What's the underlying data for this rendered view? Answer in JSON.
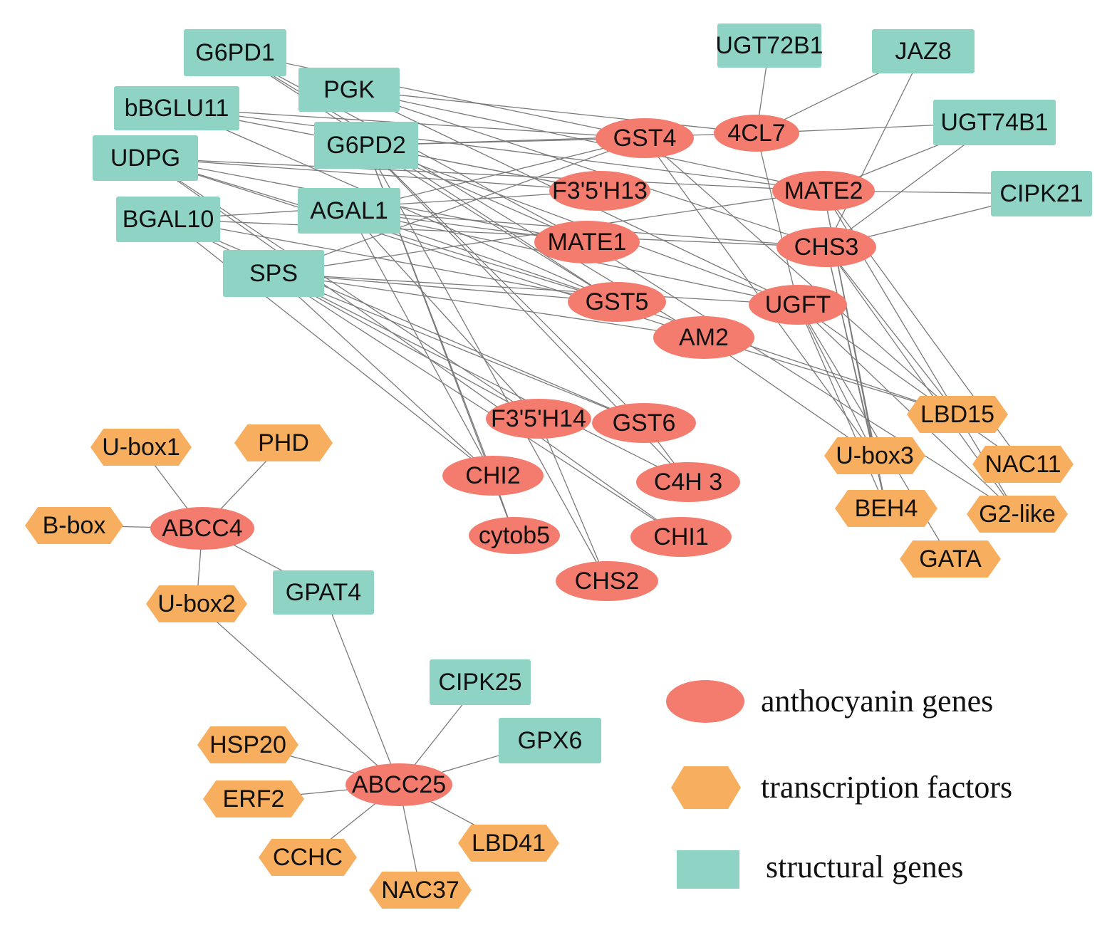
{
  "colors": {
    "anthocyanin": "#f47c6e",
    "tf": "#f8ae5f",
    "structural": "#8fd3c5",
    "edge": "#7a7a7a",
    "text": "#111111"
  },
  "legend": [
    {
      "shape": "ellipse",
      "label": "anthocyanin genes"
    },
    {
      "shape": "hexagon",
      "label": "transcription factors"
    },
    {
      "shape": "rect",
      "label": "structural genes"
    }
  ],
  "nodes": [
    {
      "label": "G6PD1",
      "type": "structural"
    },
    {
      "label": "PGK",
      "type": "structural"
    },
    {
      "label": "bBGLU11",
      "type": "structural"
    },
    {
      "label": "G6PD2",
      "type": "structural"
    },
    {
      "label": "UDPG",
      "type": "structural"
    },
    {
      "label": "AGAL1",
      "type": "structural"
    },
    {
      "label": "BGAL10",
      "type": "structural"
    },
    {
      "label": "SPS",
      "type": "structural"
    },
    {
      "label": "UGT72B1",
      "type": "structural"
    },
    {
      "label": "JAZ8",
      "type": "structural"
    },
    {
      "label": "UGT74B1",
      "type": "structural"
    },
    {
      "label": "CIPK21",
      "type": "structural"
    },
    {
      "label": "GPAT4",
      "type": "structural"
    },
    {
      "label": "CIPK25",
      "type": "structural"
    },
    {
      "label": "GPX6",
      "type": "structural"
    },
    {
      "label": "GST4",
      "type": "anthocyanin"
    },
    {
      "label": "4CL7",
      "type": "anthocyanin"
    },
    {
      "label": "F3'5'H13",
      "type": "anthocyanin"
    },
    {
      "label": "MATE2",
      "type": "anthocyanin"
    },
    {
      "label": "MATE1",
      "type": "anthocyanin"
    },
    {
      "label": "CHS3",
      "type": "anthocyanin"
    },
    {
      "label": "GST5",
      "type": "anthocyanin"
    },
    {
      "label": "UGFT",
      "type": "anthocyanin"
    },
    {
      "label": "AM2",
      "type": "anthocyanin"
    },
    {
      "label": "F3'5'H14",
      "type": "anthocyanin"
    },
    {
      "label": "GST6",
      "type": "anthocyanin"
    },
    {
      "label": "CHI2",
      "type": "anthocyanin"
    },
    {
      "label": "C4H 3",
      "type": "anthocyanin"
    },
    {
      "label": "cytob5",
      "type": "anthocyanin"
    },
    {
      "label": "CHI1",
      "type": "anthocyanin"
    },
    {
      "label": "CHS2",
      "type": "anthocyanin"
    },
    {
      "label": "ABCC4",
      "type": "anthocyanin"
    },
    {
      "label": "ABCC25",
      "type": "anthocyanin"
    },
    {
      "label": "LBD15",
      "type": "tf"
    },
    {
      "label": "U-box3",
      "type": "tf"
    },
    {
      "label": "NAC11",
      "type": "tf"
    },
    {
      "label": "BEH4",
      "type": "tf"
    },
    {
      "label": "G2-like",
      "type": "tf"
    },
    {
      "label": "GATA",
      "type": "tf"
    },
    {
      "label": "U-box1",
      "type": "tf"
    },
    {
      "label": "PHD",
      "type": "tf"
    },
    {
      "label": "B-box",
      "type": "tf"
    },
    {
      "label": "U-box2",
      "type": "tf"
    },
    {
      "label": "HSP20",
      "type": "tf"
    },
    {
      "label": "ERF2",
      "type": "tf"
    },
    {
      "label": "LBD41",
      "type": "tf"
    },
    {
      "label": "CCHC",
      "type": "tf"
    },
    {
      "label": "NAC37",
      "type": "tf"
    }
  ],
  "edges": [
    [
      "G6PD1",
      "GST4"
    ],
    [
      "G6PD1",
      "MATE1"
    ],
    [
      "G6PD1",
      "AM2"
    ],
    [
      "G6PD1",
      "GST5"
    ],
    [
      "PGK",
      "4CL7"
    ],
    [
      "PGK",
      "MATE2"
    ],
    [
      "PGK",
      "UGFT"
    ],
    [
      "PGK",
      "CHS3"
    ],
    [
      "bBGLU11",
      "GST4"
    ],
    [
      "bBGLU11",
      "MATE2"
    ],
    [
      "bBGLU11",
      "GST5"
    ],
    [
      "bBGLU11",
      "F3'5'H13"
    ],
    [
      "G6PD2",
      "GST4"
    ],
    [
      "G6PD2",
      "4CL7"
    ],
    [
      "G6PD2",
      "F3'5'H13"
    ],
    [
      "G6PD2",
      "MATE1"
    ],
    [
      "G6PD2",
      "GST5"
    ],
    [
      "G6PD2",
      "CHI2"
    ],
    [
      "G6PD2",
      "GST6"
    ],
    [
      "G6PD2",
      "C4H 3"
    ],
    [
      "G6PD2",
      "CHS2"
    ],
    [
      "G6PD2",
      "cytob5"
    ],
    [
      "G6PD2",
      "UGFT"
    ],
    [
      "UDPG",
      "F3'5'H13"
    ],
    [
      "UDPG",
      "MATE1"
    ],
    [
      "UDPG",
      "GST5"
    ],
    [
      "UDPG",
      "AM2"
    ],
    [
      "UDPG",
      "F3'5'H14"
    ],
    [
      "UDPG",
      "CHI1"
    ],
    [
      "UDPG",
      "MATE2"
    ],
    [
      "AGAL1",
      "GST4"
    ],
    [
      "AGAL1",
      "MATE1"
    ],
    [
      "AGAL1",
      "GST5"
    ],
    [
      "AGAL1",
      "CHI2"
    ],
    [
      "AGAL1",
      "CHS3"
    ],
    [
      "AGAL1",
      "F3'5'H14"
    ],
    [
      "AGAL1",
      "UGFT"
    ],
    [
      "BGAL10",
      "F3'5'H13"
    ],
    [
      "BGAL10",
      "CHS3"
    ],
    [
      "BGAL10",
      "GST5"
    ],
    [
      "BGAL10",
      "GST6"
    ],
    [
      "BGAL10",
      "C4H 3"
    ],
    [
      "BGAL10",
      "CHI2"
    ],
    [
      "SPS",
      "GST4"
    ],
    [
      "SPS",
      "MATE2"
    ],
    [
      "SPS",
      "UGFT"
    ],
    [
      "SPS",
      "GST5"
    ],
    [
      "SPS",
      "F3'5'H14"
    ],
    [
      "SPS",
      "CHI2"
    ],
    [
      "SPS",
      "CHI1"
    ],
    [
      "SPS",
      "AM2"
    ],
    [
      "SPS",
      "GST6"
    ],
    [
      "UGT72B1",
      "4CL7"
    ],
    [
      "JAZ8",
      "4CL7"
    ],
    [
      "JAZ8",
      "CHS3"
    ],
    [
      "UGT74B1",
      "4CL7"
    ],
    [
      "UGT74B1",
      "MATE2"
    ],
    [
      "UGT74B1",
      "CHS3"
    ],
    [
      "CIPK21",
      "MATE2"
    ],
    [
      "CIPK21",
      "CHS3"
    ],
    [
      "4CL7",
      "UGFT"
    ],
    [
      "GST4",
      "U-box3"
    ],
    [
      "GST4",
      "LBD15"
    ],
    [
      "MATE2",
      "NAC11"
    ],
    [
      "MATE2",
      "G2-like"
    ],
    [
      "MATE2",
      "U-box3"
    ],
    [
      "MATE2",
      "BEH4"
    ],
    [
      "CHS3",
      "LBD15"
    ],
    [
      "CHS3",
      "U-box3"
    ],
    [
      "CHS3",
      "G2-like"
    ],
    [
      "CHS3",
      "BEH4"
    ],
    [
      "UGFT",
      "NAC11"
    ],
    [
      "UGFT",
      "BEH4"
    ],
    [
      "UGFT",
      "GATA"
    ],
    [
      "UGFT",
      "G2-like"
    ],
    [
      "UGFT",
      "U-box3"
    ],
    [
      "AM2",
      "LBD15"
    ],
    [
      "AM2",
      "U-box3"
    ],
    [
      "MATE1",
      "G2-like"
    ],
    [
      "GST5",
      "LBD15"
    ],
    [
      "F3'5'H14",
      "CHS2"
    ],
    [
      "cytob5",
      "CHI2"
    ],
    [
      "GST6",
      "C4H 3"
    ],
    [
      "ABCC4",
      "U-box1"
    ],
    [
      "ABCC4",
      "PHD"
    ],
    [
      "ABCC4",
      "B-box"
    ],
    [
      "ABCC4",
      "U-box2"
    ],
    [
      "ABCC4",
      "GPAT4"
    ],
    [
      "ABCC25",
      "U-box2"
    ],
    [
      "ABCC25",
      "GPAT4"
    ],
    [
      "ABCC25",
      "CIPK25"
    ],
    [
      "ABCC25",
      "GPX6"
    ],
    [
      "ABCC25",
      "HSP20"
    ],
    [
      "ABCC25",
      "ERF2"
    ],
    [
      "ABCC25",
      "LBD41"
    ],
    [
      "ABCC25",
      "CCHC"
    ],
    [
      "ABCC25",
      "NAC37"
    ]
  ]
}
